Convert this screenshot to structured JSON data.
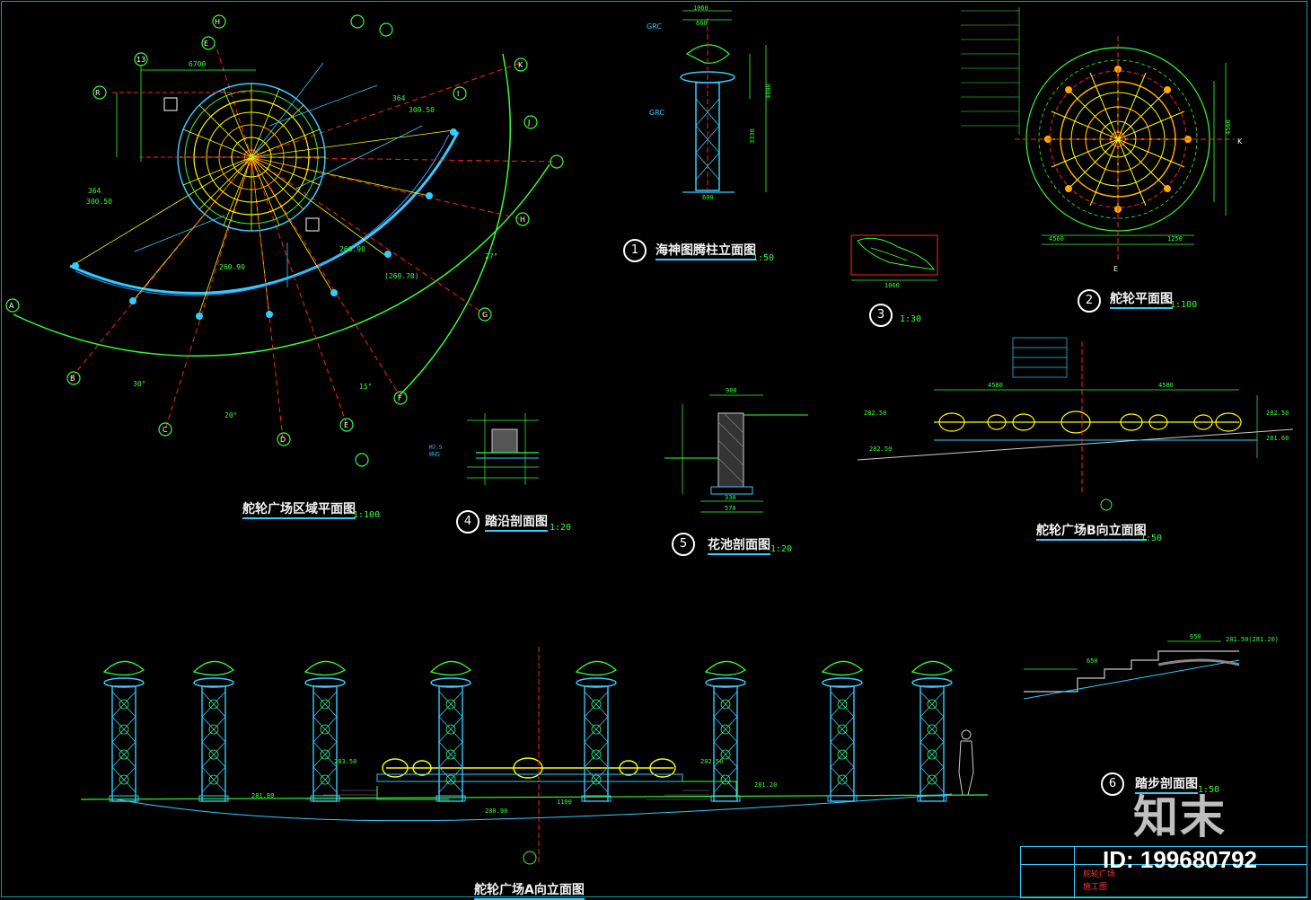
{
  "titles": {
    "plan": "舵轮广场区域平面图",
    "plan_scale": "1:100",
    "pillar": "海神图腾柱立面图",
    "pillar_scale": "1:50",
    "wheel": "舵轮平面图",
    "wheel_scale": "1:100",
    "shell_scale": "1:30",
    "step": "踏沿剖面图",
    "step_scale": "1:20",
    "pool": "花池剖面图",
    "pool_scale": "1:20",
    "b_elev": "舵轮广场B向立面图",
    "b_elev_scale": "1:50",
    "a_elev": "舵轮广场A向立面图",
    "stair": "踏步剖面图",
    "stair_scale": "1:50"
  },
  "numbers": {
    "n1": "1",
    "n2": "2",
    "n3": "3",
    "n4": "4",
    "n5": "5",
    "n6": "6"
  },
  "watermark": {
    "logo": "知末",
    "id": "ID: 199680792"
  },
  "title_block": {
    "c1": "舵轮广场",
    "c2": "施工图"
  },
  "colors": {
    "background": "#000000",
    "green": "#33ff33",
    "yellow": "#ffff00",
    "cyan": "#33ccff",
    "red": "#ff2222",
    "white": "#ffffff",
    "blue": "#3388ff"
  }
}
